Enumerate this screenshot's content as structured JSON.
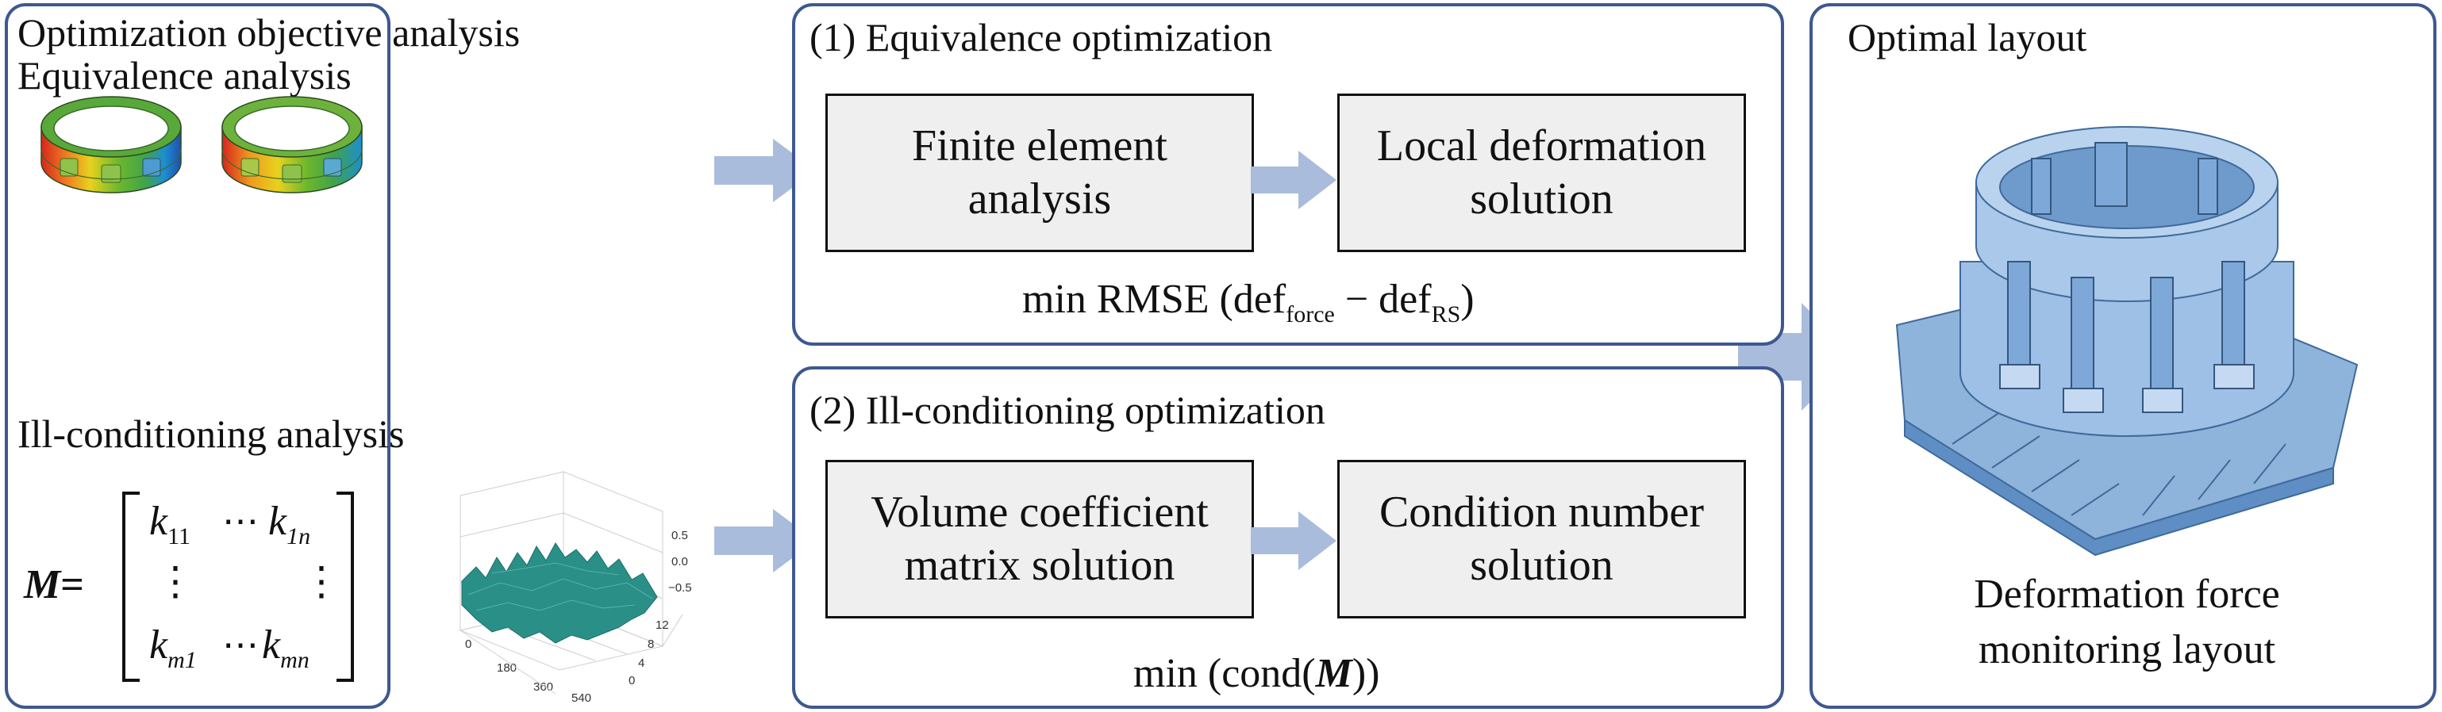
{
  "left_panel": {
    "title": "Optimization objective analysis",
    "equivalence_heading": "Equivalence analysis",
    "ill_heading": "Ill-conditioning analysis",
    "matrix": {
      "lhs": "M",
      "eq": "=",
      "k11": "k",
      "k11_sub": "11",
      "k1n": "k",
      "k1n_sub": "1n",
      "km1": "k",
      "km1_sub": "m1",
      "kmn": "k",
      "kmn_sub": "mn",
      "hdots": "⋯",
      "vdots": "⋮"
    },
    "surface_plot": {
      "z_ticks": [
        "0.5",
        "0.0",
        "−0.5"
      ],
      "x_ticks": [
        "0",
        "180",
        "360",
        "540"
      ],
      "y_ticks": [
        "0",
        "4",
        "8",
        "12"
      ]
    }
  },
  "middle_top": {
    "title": "(1) Equivalence optimization",
    "box1_line1": "Finite element",
    "box1_line2": "analysis",
    "box2_line1": "Local deformation",
    "box2_line2": "solution",
    "formula_main": "min RMSE (def",
    "formula_sub1": "force",
    "formula_minus": " − def",
    "formula_sub2": "RS",
    "formula_close": ")"
  },
  "middle_bottom": {
    "title": "(2) Ill-conditioning optimization",
    "box1_line1": "Volume coefficient",
    "box1_line2": "matrix solution",
    "box2_line1": "Condition number",
    "box2_line2": "solution",
    "formula_open": "min (cond(",
    "formula_var": "M",
    "formula_close": "))"
  },
  "right_panel": {
    "title": "Optimal layout",
    "caption_line1": "Deformation force",
    "caption_line2": "monitoring layout"
  },
  "colors": {
    "panel_border": "#3e5890",
    "arrow": "#a9bcdc",
    "box_fill": "#efefef"
  }
}
